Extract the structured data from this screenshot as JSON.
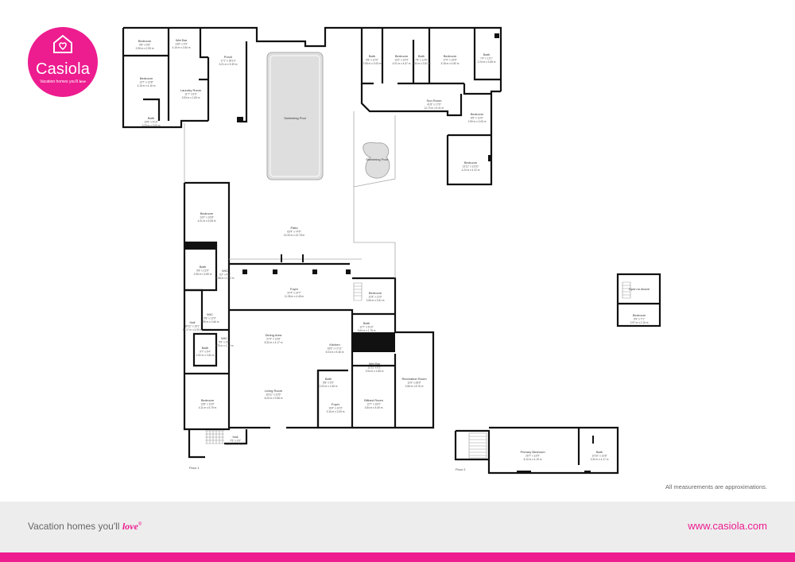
{
  "brand": {
    "name": "Casiola",
    "tagline_prefix": "Vacation homes you'll",
    "tagline_love": "love",
    "color": "#ed1c8f"
  },
  "footer": {
    "tagline_prefix": "Vacation homes you'll",
    "tagline_love": "love",
    "trademark": "®",
    "url": "www.casiola.com"
  },
  "note": "All measurements are approximations.",
  "floors": [
    "Floor 1",
    "Floor 2"
  ],
  "rooms": {
    "bedroom_nw": {
      "name": "Bedroom",
      "dim1": "9'8\" x 9'8\"",
      "dim2": "2.95 m x 2.95 m"
    },
    "wet_bar_nw": {
      "name": "Wet Bar",
      "dim1": "13'8\" x 9'4\"",
      "dim2": "4.16 m x 2.84 m"
    },
    "bedroom_w": {
      "name": "Bedroom",
      "dim1": "13'7\" x 13'8\"",
      "dim2": "4.15 m x 4.16 m"
    },
    "bath_nw": {
      "name": "Bath",
      "dim1": "10'6\" x 9'10\"",
      "dim2": "3.20 m x 3.00 m"
    },
    "laundry": {
      "name": "Laundry Room",
      "dim1": "11'7\" x 6'0\"",
      "dim2": "3.53 m x 1.83 m"
    },
    "porch": {
      "name": "Porch",
      "dim1": "17'1\" x 30'10\"",
      "dim2": "5.21 m x 9.39 m"
    },
    "pool": {
      "name": "Swimming Pool"
    },
    "spa": {
      "name": "Swimming Pool"
    },
    "bath_ne1": {
      "name": "Bath",
      "dim1": "9'8\" x 10'0\"",
      "dim2": "2.95 m x 3.05 m"
    },
    "bedroom_ne1": {
      "name": "Bedroom",
      "dim1": "13'2\" x 15'4\"",
      "dim2": "4.01 m x 4.67 m"
    },
    "bath_ne2": {
      "name": "Bath",
      "dim1": "7'8\" x 12'6\"",
      "dim2": "2.34 m x 3.81 m"
    },
    "bedroom_ne2": {
      "name": "Bedroom",
      "dim1": "17'0\" x 15'9\"",
      "dim2": "5.18 m x 4.80 m"
    },
    "bath_ne3": {
      "name": "Bath",
      "dim1": "7'4\" x 12'1\"",
      "dim2": "2.24 m x 3.68 m"
    },
    "sun_room": {
      "name": "Sun Room",
      "dim1": "41'8\" x 17'9\"",
      "dim2": "12.70 m x 5.41 m"
    },
    "bedroom_e1": {
      "name": "Bedroom",
      "dim1": "8'6\" x 10'0\"",
      "dim2": "2.59 m x 3.05 m"
    },
    "bedroom_e2": {
      "name": "Bedroom",
      "dim1": "13'11\" x 13'10\"",
      "dim2": "4.24 m x 4.22 m"
    },
    "patio": {
      "name": "Patio",
      "dim1": "63'4\" x 74'9\"",
      "dim2": "19.30 m x 22.78 m"
    },
    "bedroom_w2": {
      "name": "Bedroom",
      "dim1": "13'2\" x 16'8\"",
      "dim2": "4.01 m x 5.08 m"
    },
    "bath_w2": {
      "name": "Bath",
      "dim1": "9'8\" x 12'9\"",
      "dim2": "2.95 m x 3.89 m"
    },
    "wic_w": {
      "name": "WIC",
      "dim1": "6'2\" x 4'0\"",
      "dim2": "1.88 m x 1.22 m"
    },
    "foyer": {
      "name": "Foyer",
      "dim1": "37'4\" x 14'7\"",
      "dim2": "11.38 m x 4.45 m"
    },
    "bedroom_c": {
      "name": "Bedroom",
      "dim1": "11'8\" x 11'6\"",
      "dim2": "3.56 m x 3.51 m"
    },
    "hall_w": {
      "name": "Hall",
      "dim1": "39'11\" x 16'1\"",
      "dim2": "12.17 m x 4.90 m"
    },
    "wic_w2": {
      "name": "WIC",
      "dim1": "9'8\" x 12'0\"",
      "dim2": "2.95 m x 3.66 m"
    },
    "bath_w3": {
      "name": "Bath",
      "dim1": "9'7\" x 9'4\"",
      "dim2": "2.92 m x 2.84 m"
    },
    "wic_w3": {
      "name": "WIC",
      "dim1": "5'9\" x 3'8\"",
      "dim2": "1.75 m x 1.12 m"
    },
    "bath_c": {
      "name": "Bath",
      "dim1": "12'7\" x 5'10\"",
      "dim2": "3.84 m x 1.78 m"
    },
    "dining": {
      "name": "Dining Area",
      "dim1": "27'4\" x 13'8\"",
      "dim2": "8.33 m x 4.17 m"
    },
    "kitchen": {
      "name": "Kitchen",
      "dim1": "16'6\" x 17'11\"",
      "dim2": "5.03 m x 5.46 m"
    },
    "wet_bar_c": {
      "name": "Wet Bar",
      "dim1": "12'11\" x 6'1\"",
      "dim2": "3.94 m x 1.85 m"
    },
    "bath_c2": {
      "name": "Bath",
      "dim1": "6'8\" x 5'5\"",
      "dim2": "2.03 m x 1.65 m"
    },
    "living": {
      "name": "Living Room",
      "dim1": "26'11\" x 31'5\"",
      "dim2": "8.20 m x 9.58 m"
    },
    "recreation": {
      "name": "Recreation Room",
      "dim1": "11'8\" x 28'9\"",
      "dim2": "3.56 m x 8.76 m"
    },
    "billiard": {
      "name": "Billiard Room",
      "dim1": "12'7\" x 18'0\"",
      "dim2": "3.84 m x 5.49 m"
    },
    "entry": {
      "name": "Foyer",
      "dim1": "10'4\" x 10'0\"",
      "dim2": "3.15 m x 3.05 m"
    },
    "bedroom_sw": {
      "name": "Bedroom",
      "dim1": "13'6\" x 19'0\"",
      "dim2": "4.11 m x 5.79 m"
    },
    "hall_sw": {
      "name": "Hall",
      "dim1": "7'5\" x 2'6\"",
      "dim2": "2.26 m x 0.76 m"
    },
    "open_below": {
      "name": "Open to Above"
    },
    "bedroom_f2a": {
      "name": "Bedroom",
      "dim1": "9'9\" x 7'1\"",
      "dim2": "2.97 m x 2.16 m"
    },
    "primary": {
      "name": "Primary Bedroom",
      "dim1": "26'7\" x 13'9\"",
      "dim2": "8.10 m x 4.19 m"
    },
    "bath_f2": {
      "name": "Bath",
      "dim1": "10'10\" x 13'8\"",
      "dim2": "3.30 m x 4.17 m"
    }
  }
}
